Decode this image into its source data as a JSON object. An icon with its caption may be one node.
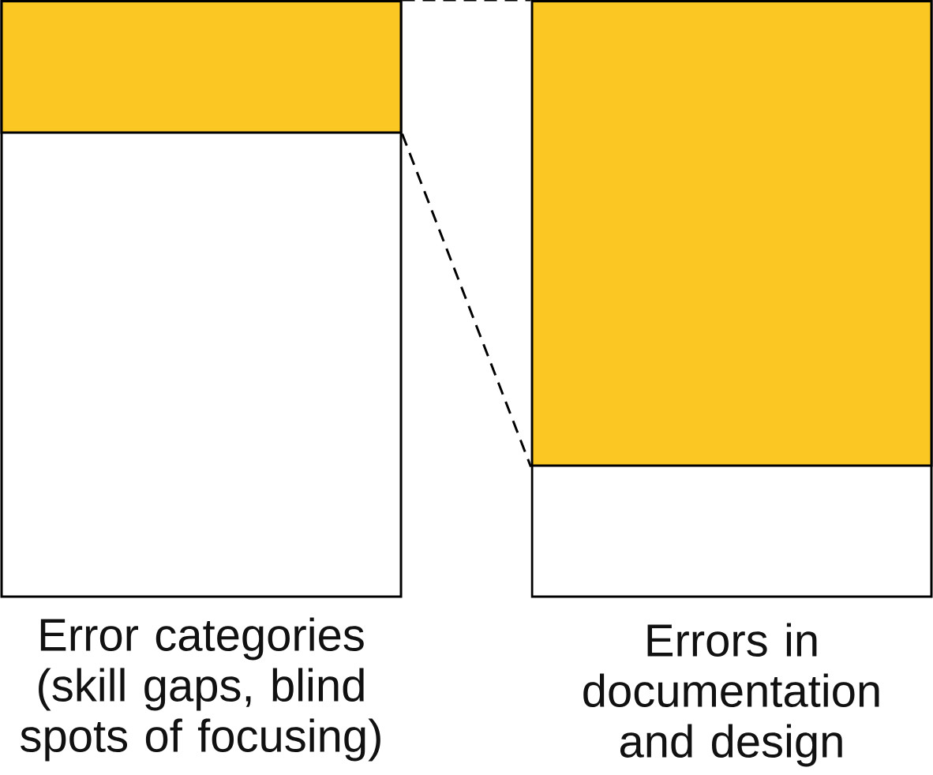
{
  "diagram": {
    "nodes": [
      {
        "text": [
          "Error categories (skill gaps, blind spots of focusing)"
        ]
      },
      {
        "text": [],
        "shape": "box",
        "in": 0
      },
      {
        "text": [
          "Errors in documentation and design"
        ]
      },
      {
        "text": [],
        "shape": "box",
        "in": 2
      }
    ],
    "edges": [
      {
        "from": 1,
        "to": 3,
        "arrow": "none",
        "style": "dashed"
      },
      {
        "from": 1,
        "to": 3,
        "arrow": "none",
        "style": "dashed"
      }
    ]
  }
}
